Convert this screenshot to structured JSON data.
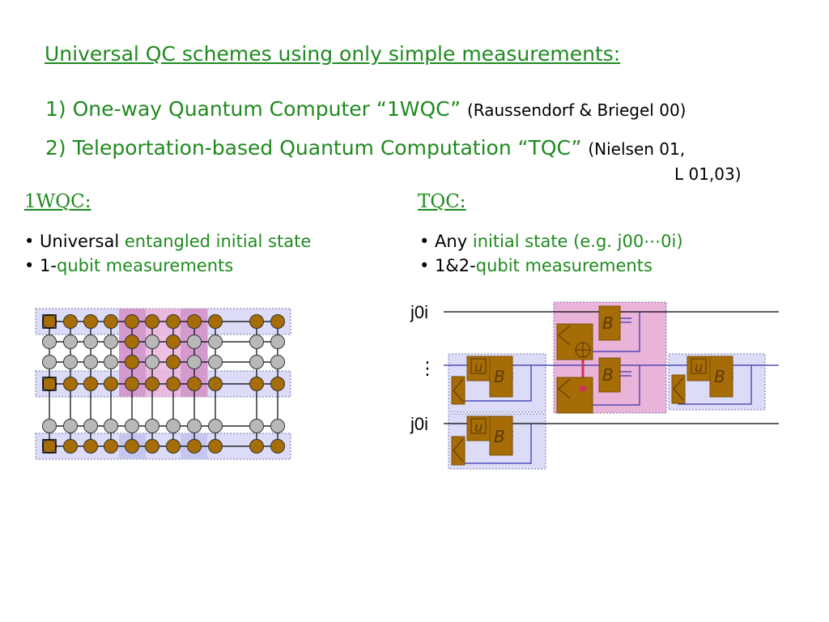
{
  "heading": "Universal QC schemes using only simple measurements:",
  "item1": {
    "text": "1) One-way Quantum Computer “1WQC”",
    "cite": "(Raussendorf & Briegel 00)"
  },
  "item2": {
    "text": "2) Teleportation-based Quantum Computation “TQC”",
    "cite": "(Nielsen 01,",
    "cite_cont": "L 01,03)"
  },
  "left": {
    "title": "1WQC:",
    "bullet1": {
      "black": "• Universal",
      "green": "entangled initial state"
    },
    "bullet2": {
      "black": "• 1-",
      "green": "qubit measurements"
    }
  },
  "right": {
    "title": "TQC:",
    "bullet1": {
      "black": "• Any",
      "green": "initial state (e.g. j00⋯0i)"
    },
    "bullet2": {
      "black": "• 1&2-",
      "green": "qubit measurements"
    }
  },
  "circuit": {
    "wire_top_label": "j0i",
    "wire_mid_label": "⋮",
    "wire_bot_label": "j0i",
    "gate_u": "u",
    "gate_b": "B"
  },
  "colors": {
    "text_green": "#1f8a1f",
    "brown_qubit": "#a66d06",
    "gray_qubit": "#b8b8b8",
    "blue_region": "#dcdcf8",
    "pink_region": "#eab4da",
    "wire_blue": "#3333aa"
  }
}
